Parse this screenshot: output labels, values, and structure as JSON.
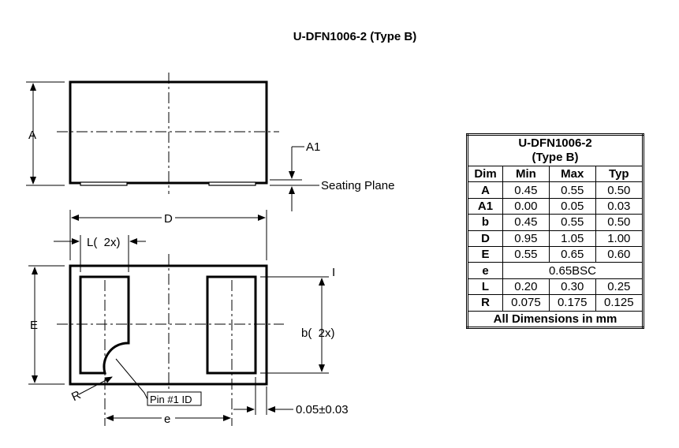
{
  "title": "U-DFN1006-2 (Type B)",
  "labels": {
    "A": "A",
    "A1": "A1",
    "seating_plane": "Seating Plane",
    "D": "D",
    "L_2x": "L(  2x)",
    "E": "E",
    "b_2x": "b(  2x)",
    "R": "R",
    "pin1_id": "Pin #1 ID",
    "e": "e",
    "clearance": "0.05±0.03",
    "pin_mark": "I"
  },
  "table": {
    "title_line1": "U-DFN1006-2",
    "title_line2": "(Type B)",
    "headers": [
      "Dim",
      "Min",
      "Max",
      "Typ"
    ],
    "rows": [
      {
        "dim": "A",
        "min": "0.45",
        "max": "0.55",
        "typ": "0.50"
      },
      {
        "dim": "A1",
        "min": "0.00",
        "max": "0.05",
        "typ": "0.03"
      },
      {
        "dim": "b",
        "min": "0.45",
        "max": "0.55",
        "typ": "0.50"
      },
      {
        "dim": "D",
        "min": "0.95",
        "max": "1.05",
        "typ": "1.00"
      },
      {
        "dim": "E",
        "min": "0.55",
        "max": "0.65",
        "typ": "0.60"
      },
      {
        "dim": "e",
        "span": "0.65BSC"
      },
      {
        "dim": "L",
        "min": "0.20",
        "max": "0.30",
        "typ": "0.25"
      },
      {
        "dim": "R",
        "min": "0.075",
        "max": "0.175",
        "typ": "0.125"
      }
    ],
    "footer": "All Dimensions in mm"
  }
}
